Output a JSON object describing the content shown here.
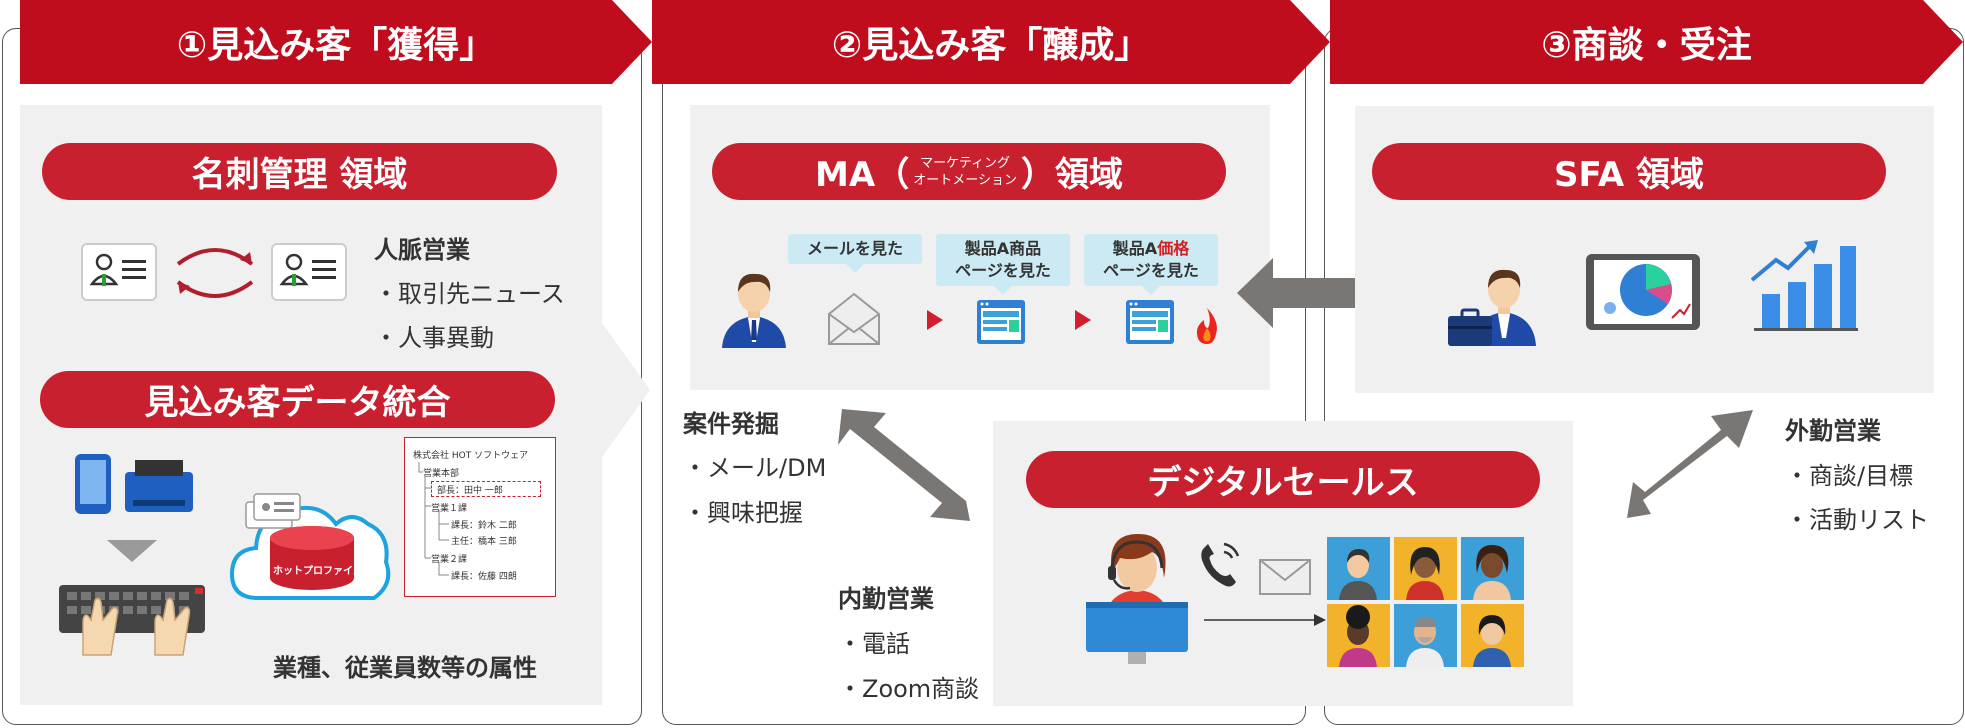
{
  "stages": [
    {
      "label": "①見込み客「獲得」"
    },
    {
      "label": "②見込み客「醸成」"
    },
    {
      "label": "③商談・受注"
    }
  ],
  "stage1": {
    "meishi_pill": "名刺管理 領域",
    "network_title": "人脈営業",
    "network_items": [
      "・取引先ニュース",
      "・人事異動"
    ],
    "integration_pill": "見込み客データ統合",
    "cloud_label": "ホットプロファイル",
    "attributes_caption": "業種、従業員数等の属性",
    "org_chart": {
      "company": "株式会社 HOT ソフトウェア",
      "dept": "営業本部",
      "highlight": "部長：田中 一郎",
      "sec1": "営業１課",
      "sec1_members": [
        "課長：鈴木 二郎",
        "主任：橋本 三郎"
      ],
      "sec2": "営業２課",
      "sec2_members": [
        "課長：佐藤 四朗"
      ]
    }
  },
  "stage2": {
    "ma_prefix": "MA（",
    "ma_small_1": "マーケティング",
    "ma_small_2": "オートメーション",
    "ma_suffix": "）領域",
    "bubble_mail": "メールを見た",
    "bubble_product_1": "製品A商品",
    "bubble_product_2": "ページを見た",
    "bubble_price_a": "製品A",
    "bubble_price_b": "価格",
    "bubble_price_2": "ページを見た",
    "case_title": "案件発掘",
    "case_items": [
      "・メール/DM",
      "・興味把握"
    ],
    "digital_pill": "デジタルセールス",
    "inside_title": "内勤営業",
    "inside_items": [
      "・電話",
      "・Zoom商談"
    ]
  },
  "stage3": {
    "sfa_pill": "SFA 領域",
    "field_title": "外勤営業",
    "field_items": [
      "・商談/目標",
      "・活動リスト"
    ]
  },
  "colors": {
    "brand_red": "#c00d1e",
    "pill_red": "#c9202f",
    "panel_gray": "#f0f0f0",
    "arrow_gray": "#7a7674",
    "icon_blue": "#2a6fd6"
  }
}
